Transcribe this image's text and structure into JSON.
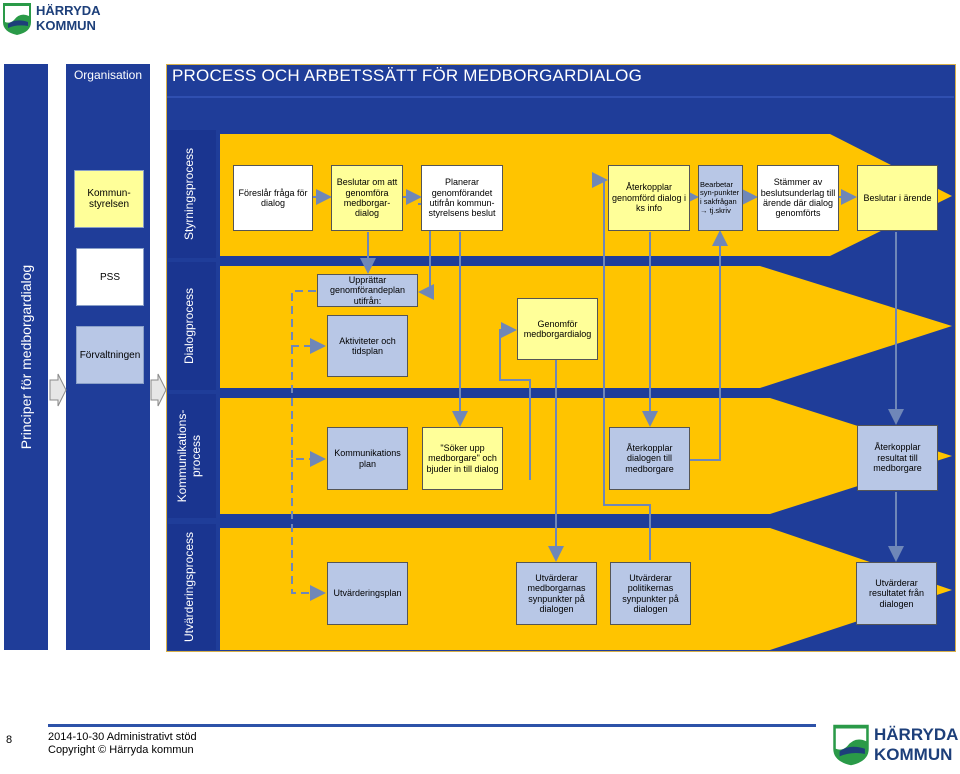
{
  "header_logo": {
    "line1": "HÄRRYDA",
    "line2": "KOMMUN"
  },
  "principer_label": "Principer för medborgardialog",
  "organisation": {
    "header": "Organisation",
    "items": [
      "Kommun-\nstyrelsen",
      "PSS",
      "Förvaltningen"
    ]
  },
  "title": "PROCESS OCH ARBETSSÄTT FÖR MEDBORGARDIALOG",
  "lanes": {
    "styrning": "Styrningsprocess",
    "dialog": "Dialogprocess",
    "kommunikation": "Kommunikations-\nprocess",
    "utvardering": "Utvärderingsprocess"
  },
  "boxes": {
    "foreslar": "Föreslår fråga för dialog",
    "beslutar_om": "Beslutar om att genomföra medborgar-dialog",
    "planerar": "Planerar genomförandet utifrån kommun-styrelsens beslut",
    "aterkopplar_ks": "Återkopplar genomförd dialog i ks info",
    "bearbetar": "Bearbetar syn-punkter i sakfrågan → tj.skriv",
    "stammer": "Stämmer av beslutsunderlag till ärende där dialog genomförts",
    "beslutar_i": "Beslutar i ärende",
    "upprattar": "Upprättar genomförandeplan utifrån:",
    "aktiviteter": "Aktiviteter och tidsplan",
    "genomfor": "Genomför medborgardialog",
    "komm_plan": "Kommunikations plan",
    "soker": "\"Söker upp medborgare\" och bjuder in till dialog",
    "aterkopplar_dialog": "Återkopplar dialogen till medborgare",
    "aterkopplar_resultat": "Återkopplar resultat till medborgare",
    "utv_plan": "Utvärderingsplan",
    "utv_medb": "Utvärderar medborgarnas synpunkter på dialogen",
    "utv_pol": "Utvärderar politikernas synpunkter på dialogen",
    "utv_resultat": "Utvärderar resultatet från dialogen"
  },
  "footer": {
    "page": "8",
    "line1": "2014-10-30  Administrativt stöd",
    "line2": "Copyright © Härryda kommun"
  },
  "footer_logo": {
    "line1": "HÄRRYDA",
    "line2": "KOMMUN"
  },
  "colors": {
    "navy": "#1f3d99",
    "lane_yellow": "#ffc400",
    "box_yellow": "#ffff99",
    "box_blue": "#b8c7e6",
    "arrow": "#6f87b8"
  }
}
